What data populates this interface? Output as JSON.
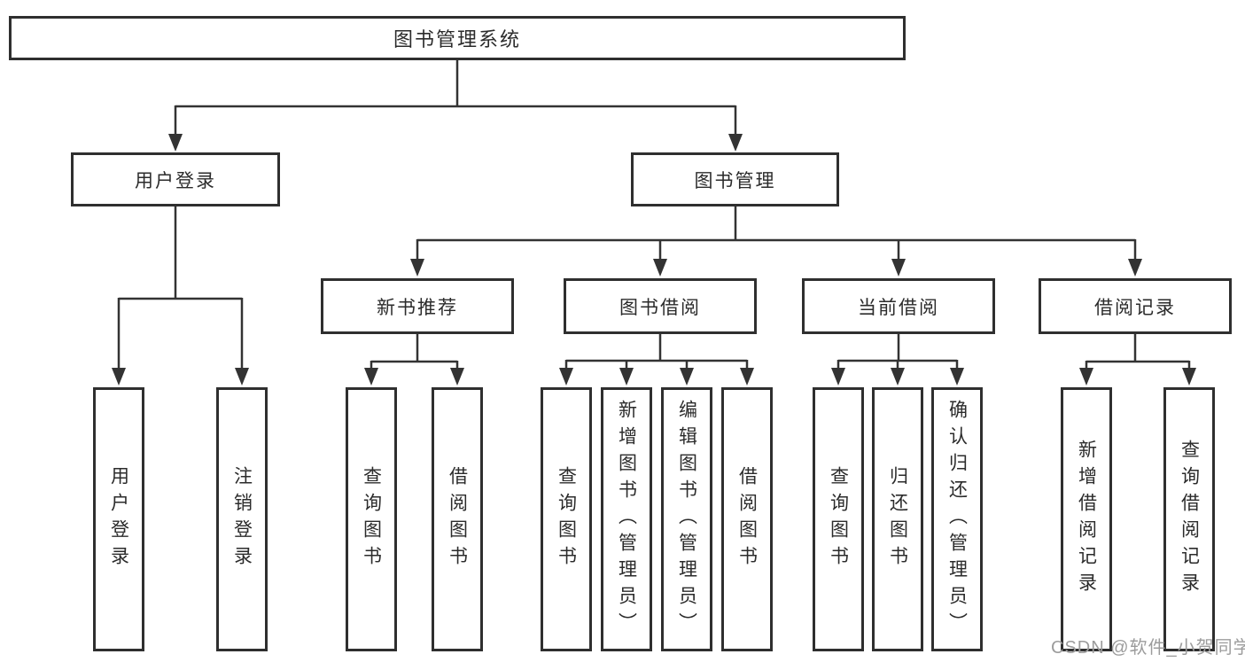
{
  "tree": {
    "root": {
      "label": "图书管理系统",
      "children": [
        {
          "label": "用户登录",
          "children": [
            {
              "label": "用户登录"
            },
            {
              "label": "注销登录"
            }
          ]
        },
        {
          "label": "图书管理",
          "children": [
            {
              "label": "新书推荐",
              "children": [
                {
                  "label": "查询图书"
                },
                {
                  "label": "借阅图书"
                }
              ]
            },
            {
              "label": "图书借阅",
              "children": [
                {
                  "label": "查询图书"
                },
                {
                  "label": "新增图书（管理员）"
                },
                {
                  "label": "编辑图书（管理员）"
                },
                {
                  "label": "借阅图书"
                }
              ]
            },
            {
              "label": "当前借阅",
              "children": [
                {
                  "label": "查询图书"
                },
                {
                  "label": "归还图书"
                },
                {
                  "label": "确认归还（管理员）"
                }
              ]
            },
            {
              "label": "借阅记录",
              "children": [
                {
                  "label": "新增借阅记录"
                },
                {
                  "label": "查询借阅记录"
                }
              ]
            }
          ]
        }
      ]
    }
  },
  "colors": {
    "line": "#333333",
    "box_border": "#2f2f2f",
    "text": "#2b2b2b",
    "watermark": "#9c9c9c"
  },
  "watermark": {
    "text": "CSDN @软件_小贺同学"
  }
}
